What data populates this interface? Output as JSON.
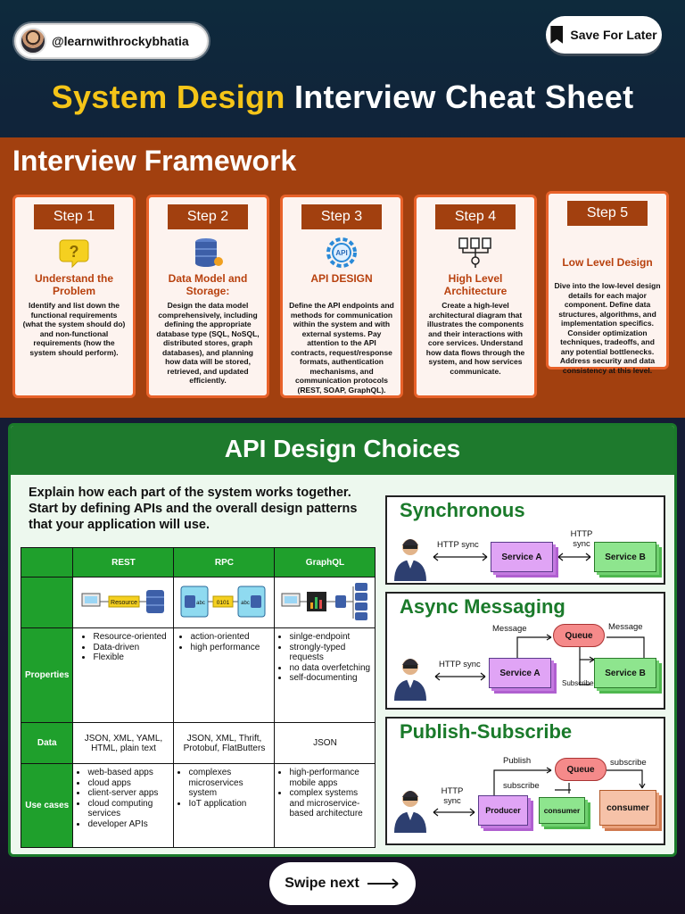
{
  "header": {
    "handle": "@learnwithrockybhatia",
    "save_label": "Save For Later",
    "title_highlight": "System Design",
    "title_rest": " Interview Cheat Sheet"
  },
  "framework": {
    "title": "Interview Framework",
    "steps": [
      {
        "tag": "Step 1",
        "icon": "question-icon",
        "heading": "Understand the Problem",
        "body": "Identify and list down the functional requirements (what the system should do) and non-functional requirements (how the system should perform)."
      },
      {
        "tag": "Step 2",
        "icon": "database-icon",
        "heading": "Data Model and Storage:",
        "body": "Design the data model comprehensively, including defining the appropriate database type (SQL, NoSQL, distributed stores, graph databases), and planning how data will be stored, retrieved, and updated efficiently."
      },
      {
        "tag": "Step 3",
        "icon": "api-gear-icon",
        "heading": "API DESIGN",
        "body": "Define the API endpoints and methods for communication within the system and with external systems. Pay attention to the API contracts, request/response formats, authentication mechanisms, and communication protocols (REST, SOAP, GraphQL)."
      },
      {
        "tag": "Step 4",
        "icon": "architecture-icon",
        "heading": "High Level Architecture",
        "body": "Create a high-level architectural diagram that illustrates the components and their interactions with core services. Understand how data flows through the system, and how services communicate."
      },
      {
        "tag": "Step 5",
        "icon": "",
        "heading": "Low Level Design",
        "body": "Dive into the low-level design details for each major component. Define data structures, algorithms, and implementation specifics. Consider optimization techniques, tradeoffs, and any potential bottlenecks. Address security and data consistency at this level."
      }
    ]
  },
  "api": {
    "title": "API Design Choices",
    "intro": "Explain how each part of the system works together. Start by defining APIs and the overall design patterns that your application will use.",
    "table": {
      "columns": [
        "REST",
        "RPC",
        "GraphQL"
      ],
      "diagram_labels": {
        "rest": "Resource",
        "rpc_left": "abc",
        "rpc_mid": "0101",
        "rpc_right": "abc"
      },
      "rows": [
        {
          "header": "Properties",
          "cells": [
            [
              "Resource-oriented",
              "Data-driven",
              "Flexible"
            ],
            [
              "action-oriented",
              "high performance"
            ],
            [
              "sinlge-endpoint",
              "strongly-typed requests",
              "no data overfetching",
              "self-documenting"
            ]
          ]
        },
        {
          "header": "Data",
          "cells": [
            "JSON, XML, YAML, HTML, plain text",
            "JSON, XML, Thrift, Protobuf, FlatButters",
            "JSON"
          ]
        },
        {
          "header": "Use cases",
          "cells": [
            [
              "web-based apps",
              "cloud apps",
              "client-server apps",
              "cloud computing services",
              "developer APIs"
            ],
            [
              "complexes microservices system",
              "IoT application"
            ],
            [
              "high-performance mobile apps",
              "complex systems and microservice-based architecture"
            ]
          ]
        }
      ]
    },
    "sync": {
      "title": "Synchronous",
      "http_left": "HTTP sync",
      "http_mid": "HTTP sync",
      "service_a": "Service A",
      "service_b": "Service B"
    },
    "async": {
      "title": "Async Messaging",
      "http": "HTTP sync",
      "message_left": "Message",
      "message_right": "Message",
      "queue": "Queue",
      "service_a": "Service A",
      "service_b": "Service B",
      "subscribe": "Subscribe"
    },
    "pubsub": {
      "title": "Publish-Subscribe",
      "http": "HTTP sync",
      "publish": "Publish",
      "subscribe_top": "subscribe",
      "subscribe_mid": "subscribe",
      "queue": "Queue",
      "producer": "Producer",
      "consumer_small": "consumer",
      "consumer_large": "consumer"
    }
  },
  "footer": {
    "swipe_label": "Swipe next"
  }
}
